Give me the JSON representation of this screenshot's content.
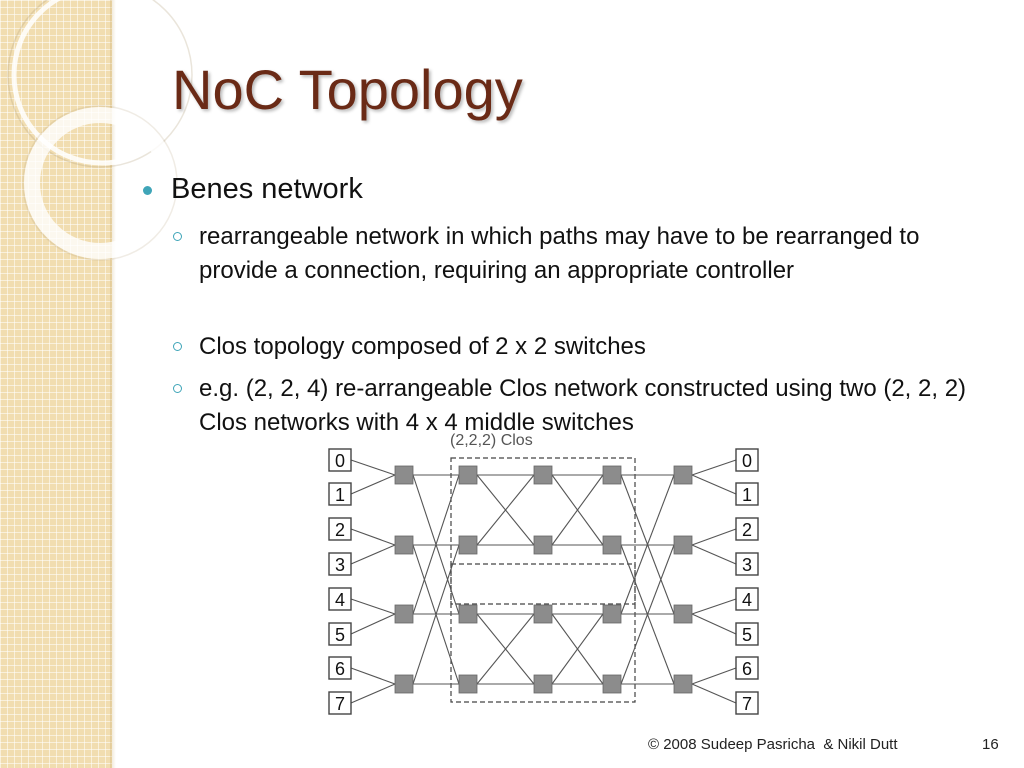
{
  "slide": {
    "title": "NoC Topology",
    "bullet": "Benes network",
    "subbullets": [
      "rearrangeable network in which paths may have to be rearranged to provide a connection, requiring an appropriate controller",
      "Clos topology composed of 2 x 2 switches",
      "e.g. (2, 2, 4) re-arrangeable Clos network constructed using two (2, 2, 2) Clos networks with 4 x 4 middle switches"
    ]
  },
  "diagram": {
    "subnet_label": "(2,2,2) Clos",
    "input_ports": [
      "0",
      "1",
      "2",
      "3",
      "4",
      "5",
      "6",
      "7"
    ],
    "output_ports": [
      "0",
      "1",
      "2",
      "3",
      "4",
      "5",
      "6",
      "7"
    ]
  },
  "footer": {
    "copyright": "© 2008 Sudeep Pasricha  & Nikil Dutt",
    "page_number": "16"
  },
  "colors": {
    "title": "#6a2a16",
    "bullet": "#3fa5b8",
    "band": "#f1ddb0"
  }
}
